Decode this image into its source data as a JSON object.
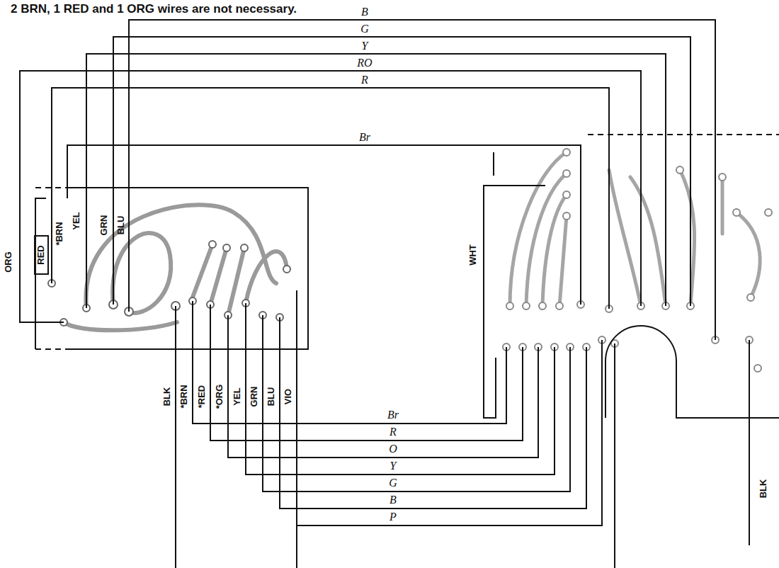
{
  "diagram": {
    "labels": [
      "2 BRN, 1 RED and 1 ORG wires are not necessary.",
      "B",
      "G",
      "Y",
      "RO",
      "R",
      "Br",
      "ORG",
      "RED",
      "*BRN",
      "YEL",
      "GRN",
      "BLU",
      "WHT",
      "BLK",
      "*BRN",
      "*RED",
      "*ORG",
      "YEL",
      "GRN",
      "BLU",
      "VIO",
      "Br",
      "R",
      "O",
      "Y",
      "G",
      "B",
      "P",
      "BLK"
    ]
  }
}
